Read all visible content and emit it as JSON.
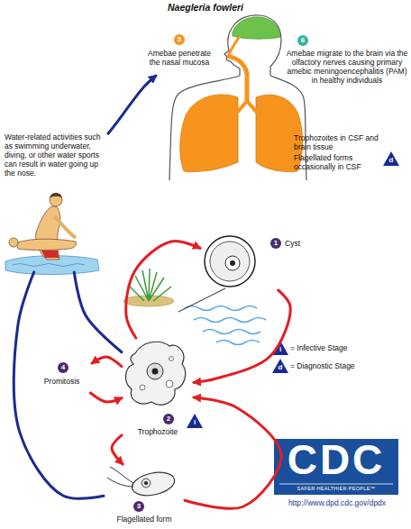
{
  "diagram": {
    "title": "Naegleria fowleri",
    "nodes": [
      {
        "text": [
          "Water-related activities such as swimming underwater, diving, or other water sports can result in water going up the nose."
        ]
      },
      {
        "text": [
          "5",
          "Amebae penetrate the nasal mucosa"
        ]
      },
      {
        "text": [
          "6",
          "Amebae migrate to the brain via the olfactory nerves causing primary amebic meningoencephalitis (PAM) in healthy individuals"
        ]
      },
      {
        "text": [
          "Trophozoites in CSF and brain tissue",
          "Flagellated forms occasionally in CSF"
        ]
      },
      {
        "text": [
          "1",
          "Cyst"
        ]
      },
      {
        "text": [
          "2",
          "Trophozoite"
        ]
      },
      {
        "text": [
          "3",
          "Flagellated form"
        ]
      },
      {
        "text": [
          "4",
          "Promitosis"
        ]
      }
    ],
    "edges": [
      {
        "from": 5,
        "to": 4,
        "arrow": "to"
      },
      {
        "from": 4,
        "to": 5,
        "arrow": "to"
      },
      {
        "from": 5,
        "to": 6,
        "arrow": "to"
      },
      {
        "from": 6,
        "to": 5,
        "arrow": "to"
      },
      {
        "from": 5,
        "to": 7,
        "arrow": "to"
      },
      {
        "from": 7,
        "to": 5,
        "arrow": "to"
      },
      {
        "from": 5,
        "to": 0,
        "arrow": "none"
      },
      {
        "from": 6,
        "to": 0,
        "arrow": "none"
      },
      {
        "from": 0,
        "to": 1,
        "arrow": "to"
      }
    ],
    "labels": [
      "i",
      "d",
      "i",
      "d",
      "CDC",
      "SAFER·HEALTHIER·PEOPLE™",
      "http://www.dpd.cdc.gov/dpdx"
    ],
    "legend": [
      {
        "text": "= Infective Stage"
      },
      {
        "text": "= Diagnostic Stage"
      }
    ]
  }
}
